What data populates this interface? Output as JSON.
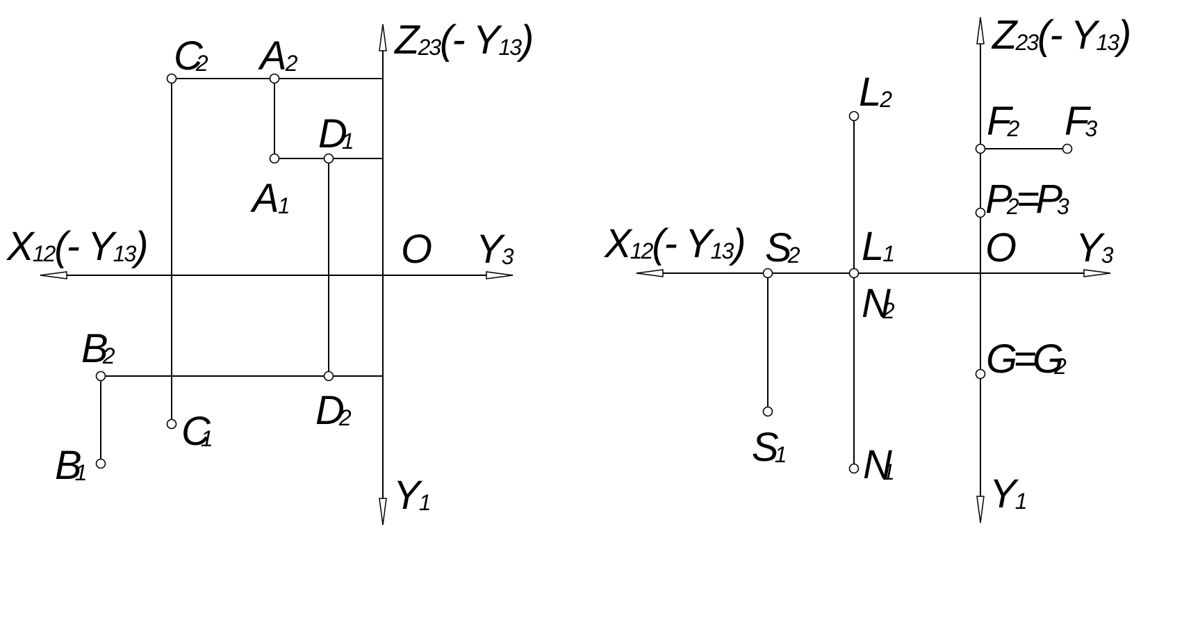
{
  "colors": {
    "ink": "#000000",
    "background": "#ffffff"
  },
  "axis_labels": {
    "x": {
      "main": "X",
      "sub": "12",
      "tail_a": "(- Y",
      "tail_sub": "13",
      "tail_b": ")"
    },
    "z": {
      "main": "Z",
      "sub": "23",
      "tail_a": "(- Y",
      "tail_sub": "13",
      "tail_b": ")"
    },
    "y3": {
      "main": "Y",
      "sub": "3"
    },
    "y1": {
      "main": "Y",
      "sub": "1"
    },
    "origin": "O"
  },
  "left_diagram": {
    "points": [
      {
        "id": "C2",
        "letter": "C",
        "sub": "2"
      },
      {
        "id": "A2",
        "letter": "A",
        "sub": "2"
      },
      {
        "id": "A1",
        "letter": "A",
        "sub": "1"
      },
      {
        "id": "D1",
        "letter": "D",
        "sub": "1"
      },
      {
        "id": "D2",
        "letter": "D",
        "sub": "2"
      },
      {
        "id": "B2",
        "letter": "B",
        "sub": "2"
      },
      {
        "id": "B1",
        "letter": "B",
        "sub": "1"
      },
      {
        "id": "C1",
        "letter": "C",
        "sub": "1"
      }
    ]
  },
  "right_diagram": {
    "points": [
      {
        "id": "L2",
        "letter": "L",
        "sub": "2"
      },
      {
        "id": "L1",
        "letter": "L",
        "sub": "1"
      },
      {
        "id": "N2",
        "letter": "N",
        "sub": "2"
      },
      {
        "id": "N1",
        "letter": "N",
        "sub": "1"
      },
      {
        "id": "S2",
        "letter": "S",
        "sub": "2"
      },
      {
        "id": "S1",
        "letter": "S",
        "sub": "1"
      },
      {
        "id": "F2",
        "letter": "F",
        "sub": "2"
      },
      {
        "id": "F3",
        "letter": "F",
        "sub": "3"
      }
    ],
    "equalities": {
      "p": {
        "left": "P",
        "left_sub": "2",
        "eq": "=",
        "right": "P",
        "right_sub": "3"
      },
      "g": {
        "left": "G",
        "eq": "=",
        "right": "G",
        "right_sub": "2"
      }
    }
  }
}
